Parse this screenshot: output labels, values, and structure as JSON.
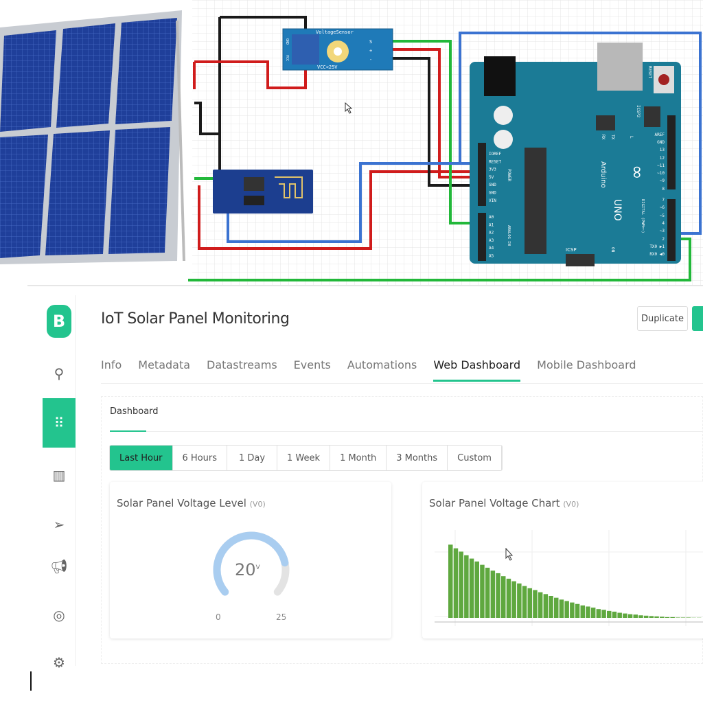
{
  "circuit": {
    "voltage_sensor_label": "VoltageSensor",
    "voltage_sensor_rating": "VCC<25V",
    "sensor_terminals": [
      "GND",
      "VCC"
    ],
    "sensor_pins": [
      "S",
      "+",
      "-"
    ],
    "arduino": {
      "brand": "Arduino",
      "model": "UNO",
      "reset_label": "RESET",
      "icsp_label": "ICSP",
      "icsp2_label": "ICSP2",
      "power_pins": [
        "IOREF",
        "RESET",
        "3V3",
        "5V",
        "GND",
        "GND",
        "VIN"
      ],
      "power_label": "POWER",
      "analog_pins": [
        "A0",
        "A1",
        "A2",
        "A3",
        "A4",
        "A5"
      ],
      "analog_label": "ANALOG IN",
      "digital_pins": [
        "AREF",
        "GND",
        "13",
        "12",
        "~11",
        "~10",
        "~9",
        "8",
        "7",
        "~6",
        "~5",
        "4",
        "~3",
        "2",
        "TX0 ▶1",
        "RX0 ◀0"
      ],
      "digital_label": "DIGITAL (PWM=~)",
      "led_labels": [
        "RX",
        "TX",
        "L",
        "ON"
      ]
    },
    "wire_colors": {
      "red": "#d01c1c",
      "black": "#1a1a1a",
      "green": "#22b83a",
      "blue": "#3b73d1"
    }
  },
  "app": {
    "logo": "B",
    "title": "IoT Solar Panel Monitoring",
    "duplicate_label": "Duplicate",
    "accent": "#23c48e",
    "sidebar": [
      "search-icon",
      "dashboard-grid-icon",
      "building-icon",
      "send-icon",
      "megaphone-icon",
      "lifebuoy-icon",
      "gear-icon"
    ],
    "tabs": [
      "Info",
      "Metadata",
      "Datastreams",
      "Events",
      "Automations",
      "Web Dashboard",
      "Mobile Dashboard"
    ],
    "active_tab": "Web Dashboard",
    "subtab": "Dashboard",
    "ranges": [
      "Last Hour",
      "6 Hours",
      "1 Day",
      "1 Week",
      "1 Month",
      "3 Months",
      "Custom"
    ],
    "active_range": "Last Hour",
    "gauge": {
      "title": "Solar Panel Voltage Level",
      "pin": "(V0)",
      "value": "20",
      "unit": "V",
      "min": "0",
      "max": "25",
      "fill_color": "#a9cdf0",
      "track_color": "#e3e3e3"
    },
    "chart_card": {
      "title": "Solar Panel Voltage Chart",
      "pin": "(V0)"
    }
  },
  "chart_data": {
    "type": "bar",
    "title": "Solar Panel Voltage Chart",
    "color": "#5fa83f",
    "grid": true,
    "ylim": [
      0,
      24
    ],
    "values": [
      20,
      19.0,
      18.1,
      17.1,
      16.2,
      15.4,
      14.5,
      13.7,
      12.9,
      12.2,
      11.4,
      10.7,
      10.0,
      9.4,
      8.7,
      8.1,
      7.6,
      7.0,
      6.5,
      6.0,
      5.5,
      5.0,
      4.6,
      4.2,
      3.8,
      3.4,
      3.1,
      2.8,
      2.4,
      2.2,
      1.9,
      1.7,
      1.4,
      1.2,
      1.0,
      0.9,
      0.7,
      0.6,
      0.5,
      0.4,
      0.3,
      0.2,
      0.2,
      0.1,
      0.1,
      0.1,
      0.05,
      0.05
    ]
  }
}
